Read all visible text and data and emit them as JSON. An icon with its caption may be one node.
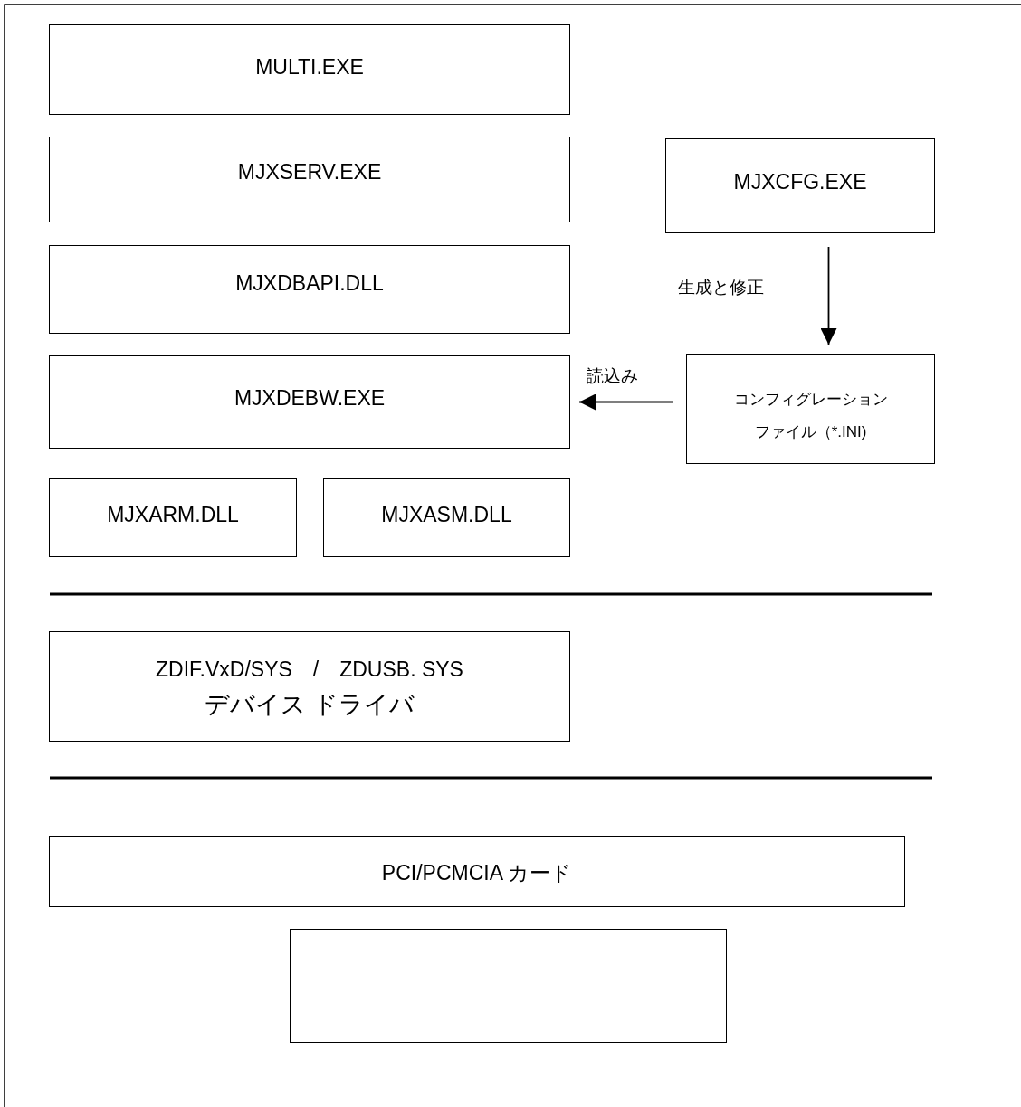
{
  "diagram": {
    "nodes": [
      {
        "text": [
          "MULTI.EXE"
        ]
      },
      {
        "text": [
          "MJXSERV.EXE"
        ]
      },
      {
        "text": [
          "MJXCFG.EXE"
        ]
      },
      {
        "text": [
          "MJXDBAPI.DLL"
        ]
      },
      {
        "text": [
          "MJXDEBW.EXE"
        ]
      },
      {
        "text": [
          "コンフィグレーションファイル（*.INI)"
        ]
      },
      {
        "text": [
          "MJXARM.DLL"
        ]
      },
      {
        "text": [
          "MJXASM.DLL"
        ]
      },
      {
        "text": [
          "ZDIF.VxD/SYS　/　ZDUSB. SYS",
          "デバイス ドライバ"
        ]
      },
      {
        "text": [
          "PCI/PCMCIA カード"
        ]
      },
      {
        "text": [],
        "shape": "box"
      }
    ],
    "edges": [
      {
        "from": 2,
        "to": 5,
        "arrow": "to",
        "label": "生成と修正"
      },
      {
        "from": 5,
        "to": 4,
        "arrow": "to",
        "label": "読込み"
      }
    ]
  }
}
